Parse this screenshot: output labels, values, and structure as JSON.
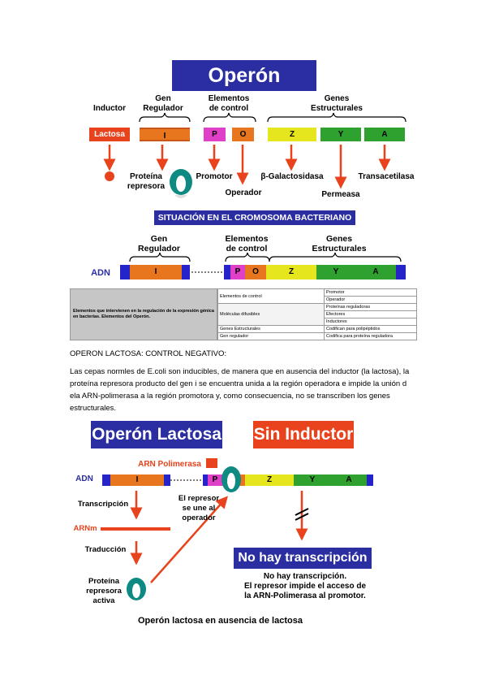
{
  "fig1": {
    "title": "Operón Lactosa",
    "labels": {
      "inductor": "Inductor",
      "gen_regulador": "Gen\nRegulador",
      "elementos": "Elementos\nde control",
      "genes": "Genes\nEstructurales"
    },
    "boxes": {
      "lactosa": "Lactosa",
      "i": "I",
      "p": "P",
      "o": "O",
      "z": "Z",
      "y": "Y",
      "a": "A"
    },
    "products": {
      "proteina": "Proteína\nrepresora",
      "promotor": "Promotor",
      "operador": "Operador",
      "galacto": "β-Galactosidasa",
      "permeasa": "Permeasa",
      "transacetilasa": "Transacetilasa"
    },
    "banner": "SITUACIÓN EN EL CROMOSOMA BACTERIANO",
    "chrom_labels": {
      "gen_regulador": "Gen\nRegulador",
      "elementos": "Elementos\nde control",
      "genes": "Genes\nEstructurales",
      "adn": "ADN"
    }
  },
  "table": {
    "left_text": "Elementos que intervienen en la regulación de la expresión génica en bacterias. Elementos del Operón.",
    "rows": [
      {
        "mid": "Elementos de control",
        "right": [
          "Promotor",
          "Operador"
        ]
      },
      {
        "mid": "Moléculas difusibles",
        "right": [
          "Proteínas reguladoras",
          "Efectores",
          "Inductores"
        ]
      },
      {
        "mid": "Genes Estructurales",
        "right": [
          "Codifican para polipéptidos"
        ]
      },
      {
        "mid": "Gen regulador",
        "right": [
          "Codifica para proteína reguladora"
        ]
      }
    ]
  },
  "text": {
    "heading": "OPERON LACTOSA: CONTROL NEGATIVO:",
    "paragraph": "Las cepas normles de E.coli son inducibles, de manera que en ausencia del inductor (la lactosa), la proteína represora producto del gen i se encuentra unida a la región operadora e impide la unión d ela ARN-polimerasa a la región promotora y, como consecuencia, no se transcriben los genes estructurales."
  },
  "fig2": {
    "title_left": "Operón Lactosa",
    "title_right": "Sin Inductor",
    "adn": "ADN",
    "arn_pol": "ARN Polimerasa",
    "boxes": {
      "i": "I",
      "p": "P",
      "o": "O",
      "z": "Z",
      "y": "Y",
      "a": "A"
    },
    "transcripcion": "Transcripción",
    "arnm": "ARNm",
    "traduccion": "Traducción",
    "proteina": "Proteína\nrepresora\nactiva",
    "represor_note": "El represor\nse une al\noperador",
    "no_hay_box": "No hay transcripción",
    "no_hay_text": "No hay transcripción.\nEl represor impide el acceso de\nla ARN-Polimerasa al promotor.",
    "caption": "Operón lactosa en ausencia de lactosa"
  },
  "colors": {
    "navy": "#2b2ea0",
    "orange_red": "#e8431c",
    "orange": "#e8761e",
    "magenta": "#e040c8",
    "yellow": "#e6e61e",
    "green": "#2ea12e",
    "teal": "#0f8a82",
    "blue_end": "#2424c8"
  }
}
